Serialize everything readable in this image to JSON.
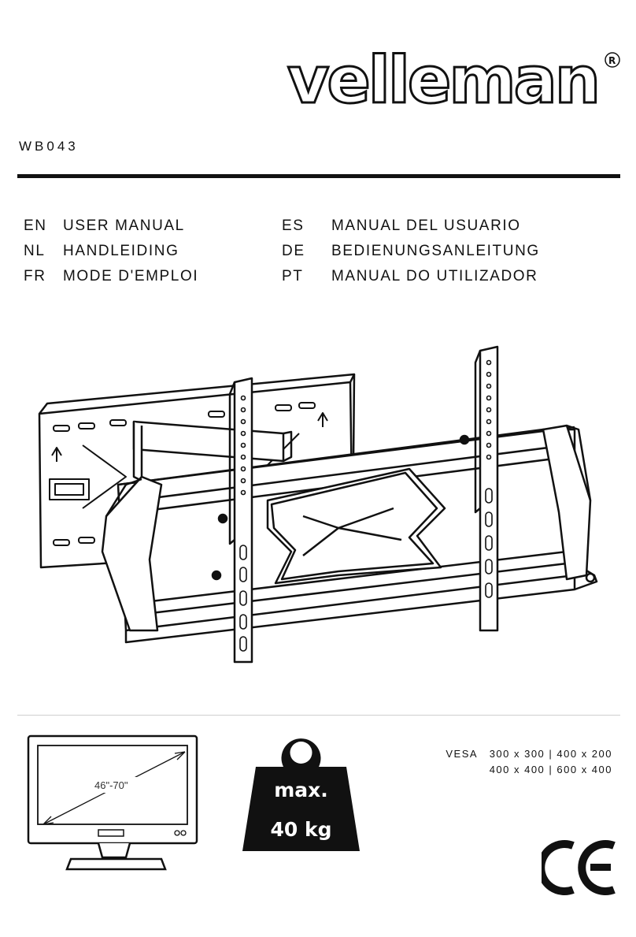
{
  "brand": {
    "name": "velleman",
    "registered_mark": "®"
  },
  "model": "WB043",
  "languages": [
    {
      "code": "EN",
      "title": "USER MANUAL"
    },
    {
      "code": "NL",
      "title": "HANDLEIDING"
    },
    {
      "code": "FR",
      "title": "MODE D'EMPLOI"
    },
    {
      "code": "ES",
      "title": "MANUAL DEL USUARIO"
    },
    {
      "code": "DE",
      "title": "BEDIENUNGSANLEITUNG"
    },
    {
      "code": "PT",
      "title": "MANUAL DO UTILIZADOR"
    }
  ],
  "specs": {
    "screen_size": "46\"-70\"",
    "max_label": "max.",
    "max_weight": "40 kg",
    "vesa_label": "VESA",
    "vesa_line1": "300 x 300 | 400 x 200",
    "vesa_line2": "400 x 400 | 600 x 400"
  },
  "certification": "CE",
  "icons": [
    "tv-icon",
    "weight-icon",
    "ce-mark-icon",
    "wall-mount-illustration"
  ]
}
